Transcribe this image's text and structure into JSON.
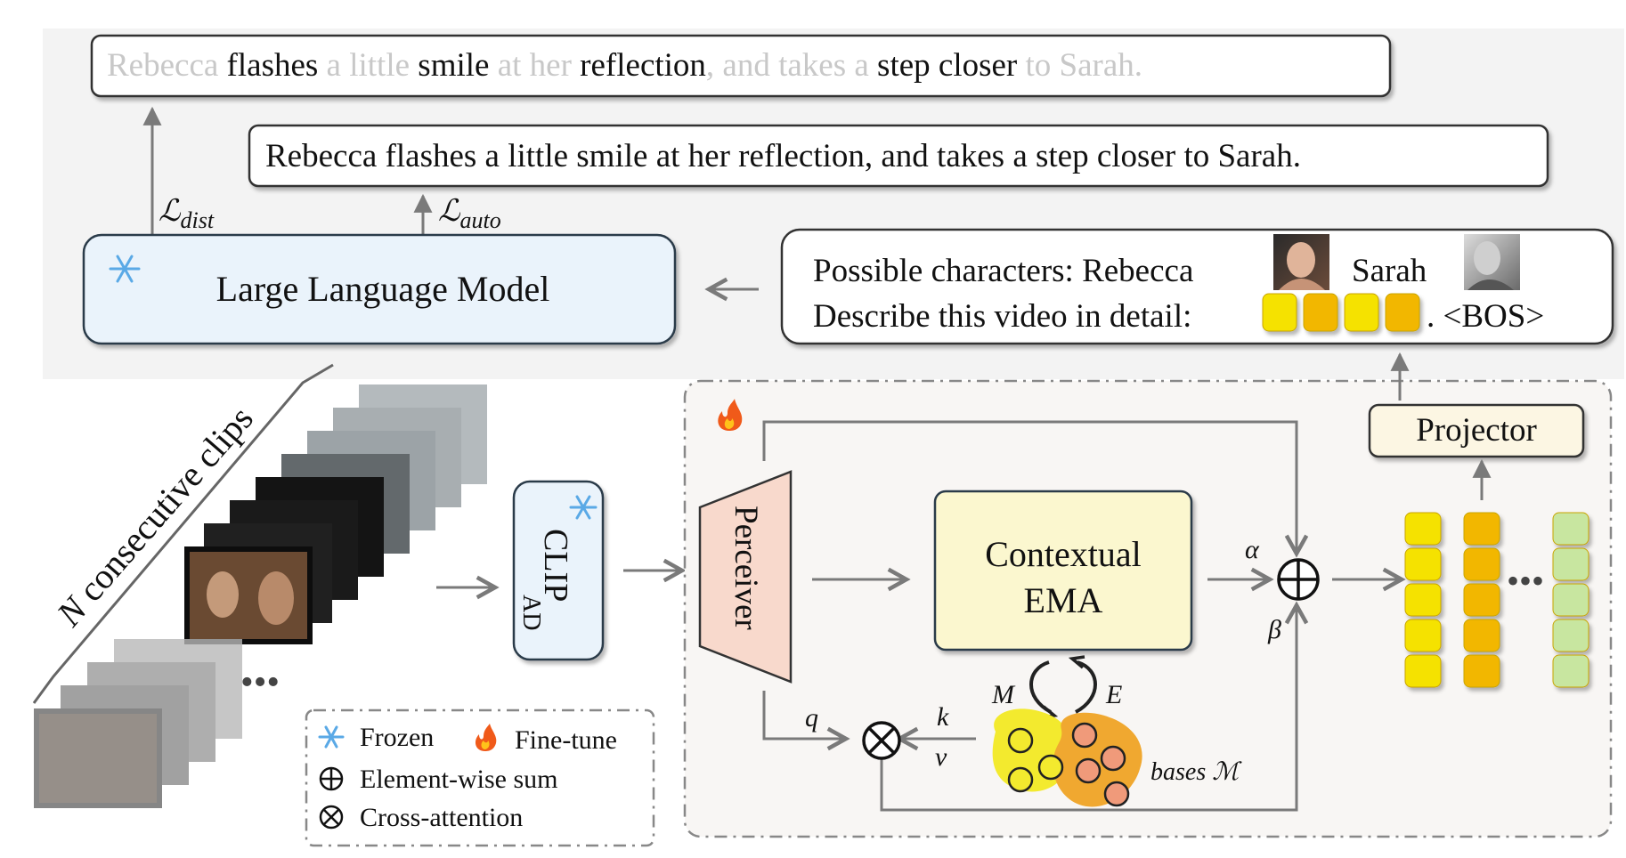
{
  "top_caption": {
    "segments": [
      {
        "text": "Rebecca",
        "emphasis": false
      },
      {
        "text": " flashes",
        "emphasis": true
      },
      {
        "text": " a little",
        "emphasis": false
      },
      {
        "text": " smile",
        "emphasis": true
      },
      {
        "text": " at her",
        "emphasis": false
      },
      {
        "text": " reflection",
        "emphasis": true
      },
      {
        "text": ", and takes a",
        "emphasis": false
      },
      {
        "text": " step closer",
        "emphasis": true
      },
      {
        "text": " to Sarah.",
        "emphasis": false
      }
    ]
  },
  "caption": "Rebecca flashes a little smile at her reflection, and takes a step closer to Sarah.",
  "losses": {
    "dist": {
      "main": "ℒ",
      "sub": "dist"
    },
    "auto": {
      "main": "ℒ",
      "sub": "auto"
    }
  },
  "llm": {
    "label": "Large Language Model"
  },
  "prompt": {
    "line1": "Possible characters: Rebecca",
    "name2": "Sarah",
    "line2": "Describe this video in detail:",
    "suffix": ". <BOS>"
  },
  "clips_label": {
    "n": "N",
    "text": " consecutive clips"
  },
  "clip_ad": {
    "main": "CLIP",
    "sub": "AD"
  },
  "perceiver": {
    "label": "Perceiver"
  },
  "contextual_ema": {
    "line1": "Contextual",
    "line2": "EMA"
  },
  "projector": {
    "label": "Projector"
  },
  "symbols": {
    "alpha": "α",
    "beta": "β",
    "q": "q",
    "k": "k",
    "v": "v",
    "M": "M",
    "E": "E",
    "bases": "bases ℳ",
    "sum": "⊕",
    "cross": "⊗"
  },
  "legend": [
    {
      "icon": "snowflake",
      "label": "Frozen"
    },
    {
      "icon": "fire",
      "label": "Fine-tune"
    },
    {
      "icon": "sum",
      "label": "Element-wise sum"
    },
    {
      "icon": "cross",
      "label": "Cross-attention"
    }
  ],
  "colors": {
    "token_yellow": "#f5e200",
    "token_orange": "#f2b705",
    "token_green": "#c8e6a0",
    "llm_fill": "#eaf3fb",
    "ema_fill": "#fbf7cf",
    "perceiver_fill": "#f8d9cc",
    "projector_fill": "#fcf6e3",
    "bases_yellow": "#f3ea2e",
    "bases_orange": "#f0a830",
    "bases_dot": "#f09a7a"
  }
}
